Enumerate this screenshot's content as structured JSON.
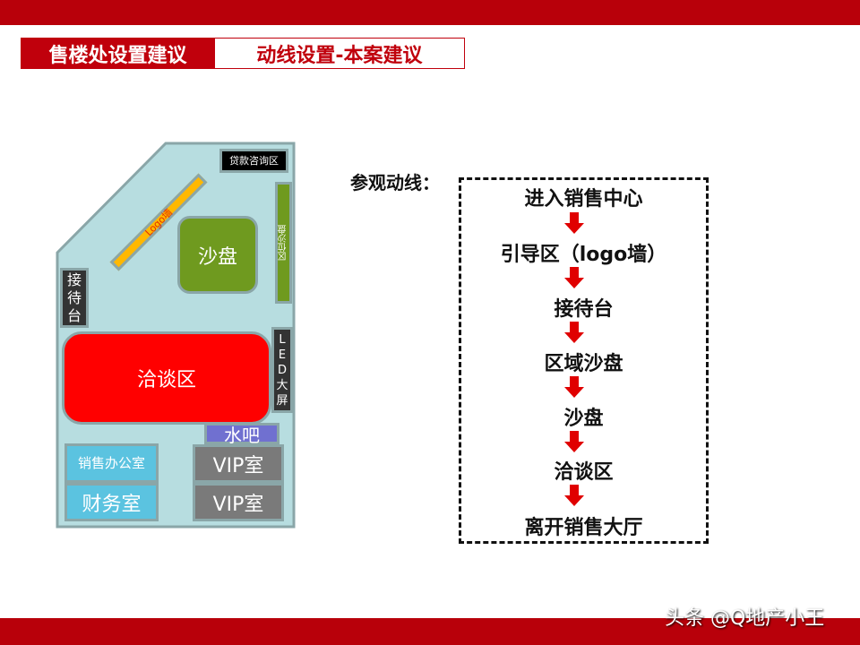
{
  "header": {
    "section": "售楼处设置建议",
    "title": "动线设置-本案建议"
  },
  "floorplan": {
    "loan": "贷款咨询区",
    "logo": "Logo墙",
    "sandtable": "沙盘",
    "location_sand": "区位沙盘",
    "reception": [
      "接",
      "待",
      "台"
    ],
    "negotiation": "洽谈区",
    "led": [
      "L",
      "E",
      "D",
      "大",
      "屏"
    ],
    "water_bar": "水吧",
    "sales_office": "销售办公室",
    "finance": "财务室",
    "vip1": "VIP室",
    "vip2": "VIP室"
  },
  "flow": {
    "label": "参观动线：",
    "steps": [
      "进入销售中心",
      "引导区（logo墙）",
      "接待台",
      "区域沙盘",
      "沙盘",
      "洽谈区",
      "离开销售大厅"
    ]
  },
  "watermark": "头条 @Q地产小王",
  "colors": {
    "brand": "#b8000a",
    "arrow": "#e00000"
  }
}
